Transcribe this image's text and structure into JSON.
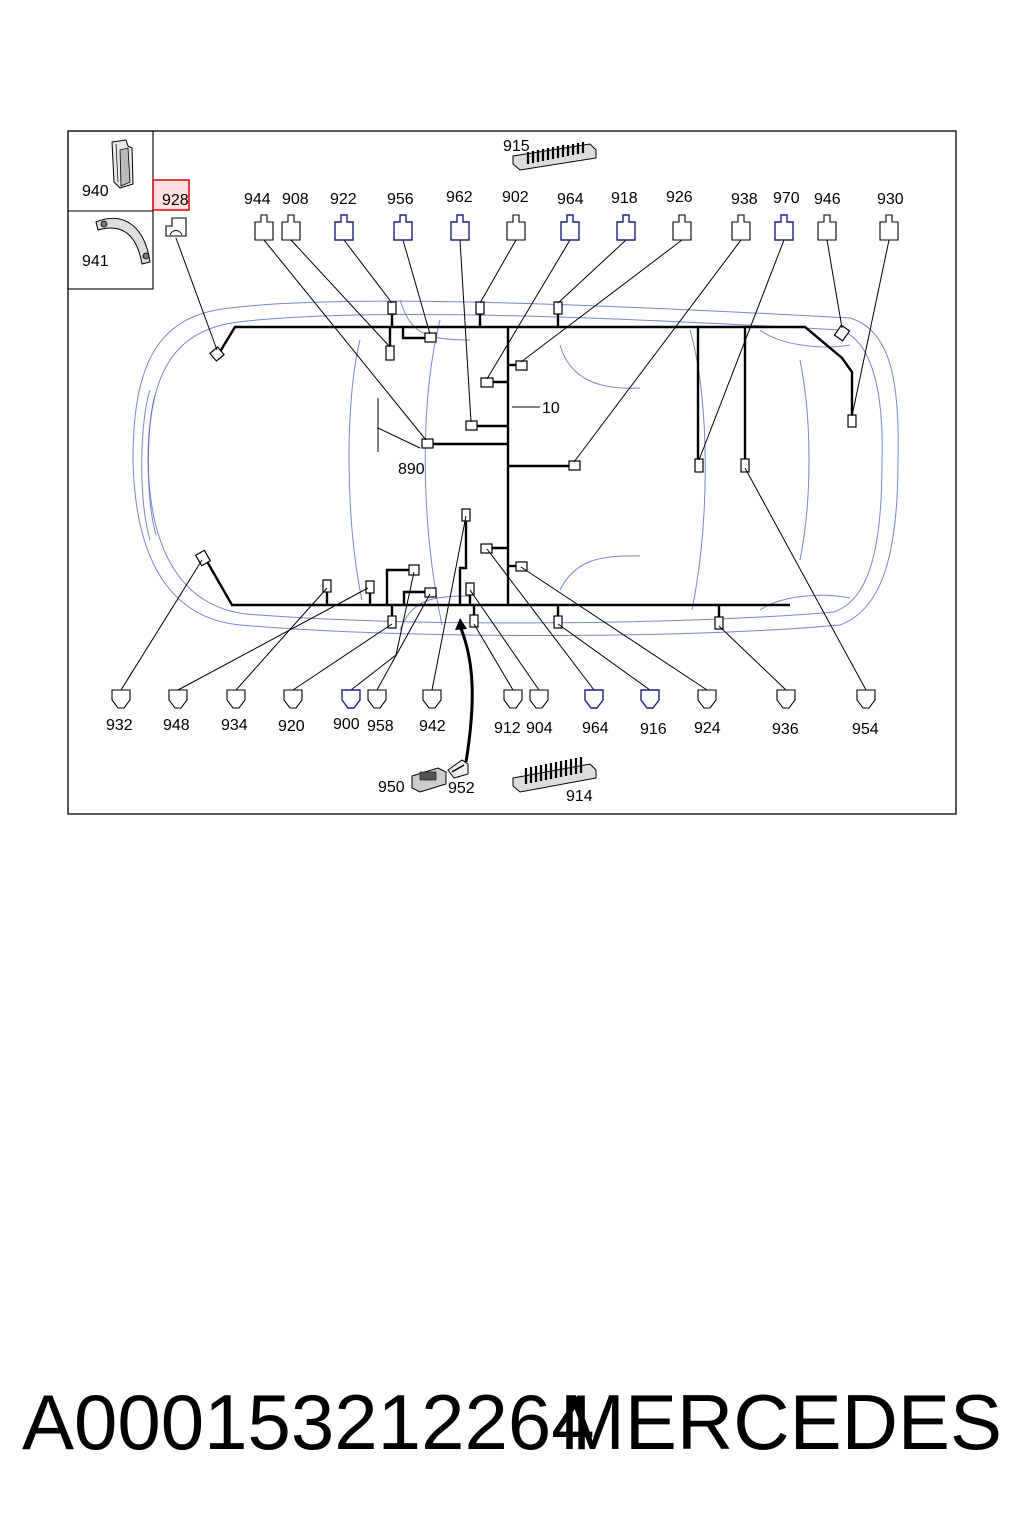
{
  "diagram": {
    "highlighted_label": "928",
    "trunk_label": "10",
    "bracket_label": "890",
    "inset_labels": [
      "940",
      "941"
    ],
    "box_labels": [
      "915",
      "914",
      "950",
      "952"
    ],
    "top_connectors": [
      "928",
      "944",
      "908",
      "922",
      "956",
      "962",
      "902",
      "964",
      "918",
      "926",
      "938",
      "970",
      "946",
      "930"
    ],
    "bottom_connectors": [
      "932",
      "948",
      "934",
      "920",
      "900",
      "958",
      "942",
      "912",
      "904",
      "964",
      "916",
      "924",
      "936",
      "954"
    ]
  },
  "caption": {
    "part_number": "A000153212264",
    "brand": "MERCEDES"
  }
}
